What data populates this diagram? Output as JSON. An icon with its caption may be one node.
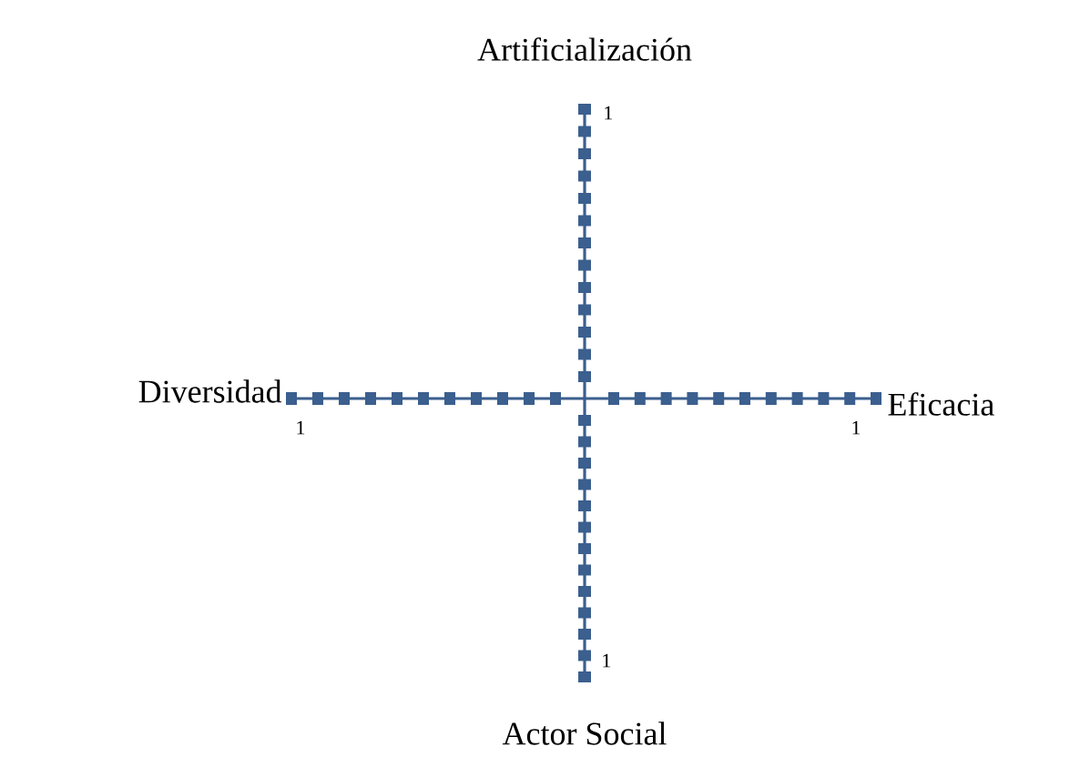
{
  "diagram": {
    "labels": [
      "Artificialización",
      "1",
      "Diversidad",
      "Eficacia",
      "1",
      "1",
      "1",
      "Actor Social"
    ]
  }
}
